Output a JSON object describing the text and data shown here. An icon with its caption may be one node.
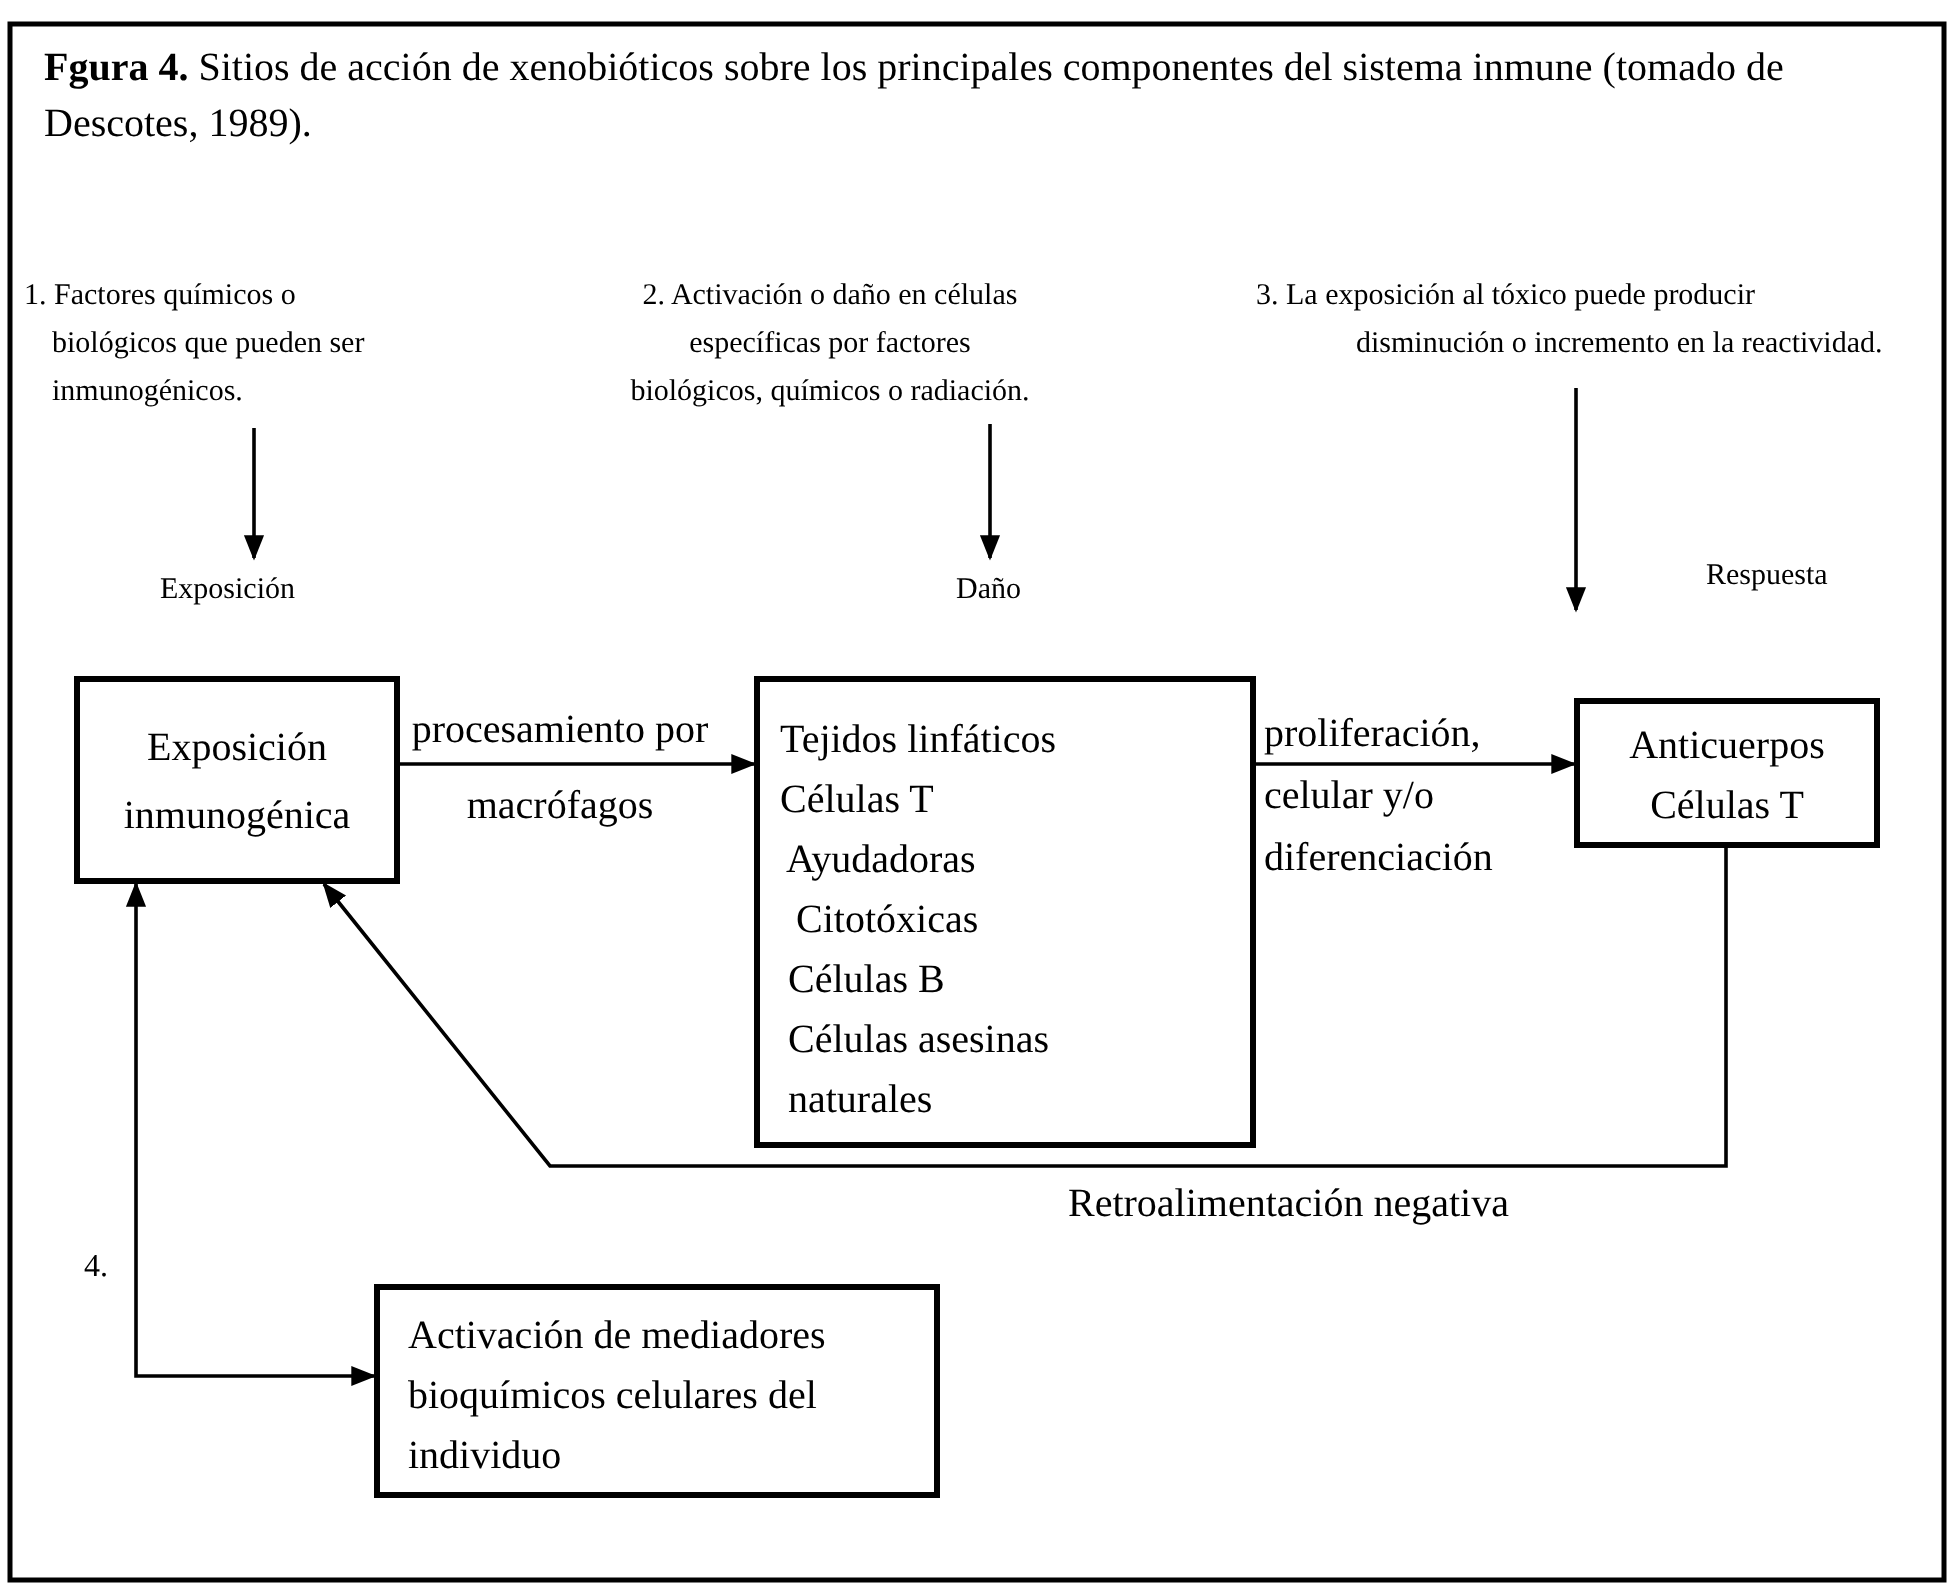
{
  "diagram": {
    "title": "**Fgura 4.** Sitios de acción de xenobióticos sobre los principales componentes del sistema inmune (tomado de Descotes, 1989).",
    "nodes": [
      {
        "text": [
          "1. Factores químicos o biológicos que pueden ser inmunogénicos."
        ]
      },
      {
        "text": [
          "Exposición"
        ]
      },
      {
        "text": [
          "2. Activación o daño en células específicas por factores biológicos, químicos o radiación."
        ]
      },
      {
        "text": [
          "Daño"
        ]
      },
      {
        "text": [
          "3. La exposición al tóxico puede producir disminución o incremento en la reactividad."
        ]
      },
      {
        "text": [
          "Exposición inmunogénica"
        ]
      },
      {
        "text": [
          "Tejidos linfáticos",
          "Células T",
          "Ayudadoras",
          "Citotóxicas",
          "Células B",
          "Células asesinas naturales"
        ]
      },
      {
        "text": [
          "Anticuerpos Células T"
        ]
      },
      {
        "text": [
          "Activación de mediadores bioquímicos celulares del individuo"
        ]
      }
    ],
    "edges": [
      {
        "from": 0,
        "to": 1,
        "arrow": "to"
      },
      {
        "from": 2,
        "to": 3,
        "arrow": "to"
      },
      {
        "from": 4,
        "to": null,
        "arrow": "to"
      },
      {
        "from": 5,
        "to": 6,
        "arrow": "to",
        "label": "procesamiento por macrófagos"
      },
      {
        "from": 6,
        "to": 7,
        "arrow": "to",
        "label": "proliferación, celular y/o diferenciación"
      },
      {
        "from": 7,
        "to": 5,
        "arrow": "to",
        "label": "Retroalimentación negativa"
      },
      {
        "from": 5,
        "to": 8,
        "arrow": "both",
        "label": "4."
      }
    ],
    "labels": [
      "Respuesta"
    ]
  }
}
